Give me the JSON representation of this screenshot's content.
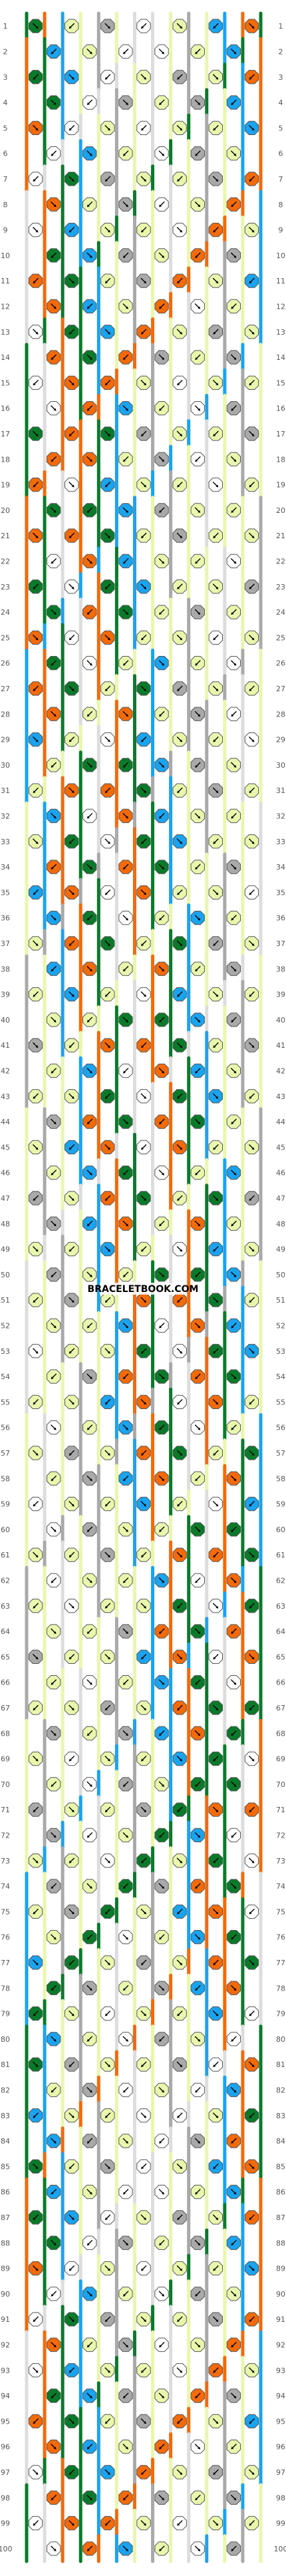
{
  "watermark": "BRACELETBOOK.COM",
  "row_count": 100,
  "colors": {
    "dark_green": "#0a7a2a",
    "orange": "#f26a0a",
    "light_blue": "#1aa3ee",
    "light_yellow": "#e9f7ad",
    "gray": "#a9a9a9",
    "white": "#ffffff"
  },
  "strand_colors": [
    "dark_green",
    "orange",
    "light_blue",
    "light_yellow",
    "gray",
    "light_yellow",
    "white",
    "white",
    "light_yellow",
    "gray",
    "light_yellow",
    "light_blue",
    "orange",
    "dark_green"
  ],
  "knot_icon": "arrow-icon"
}
